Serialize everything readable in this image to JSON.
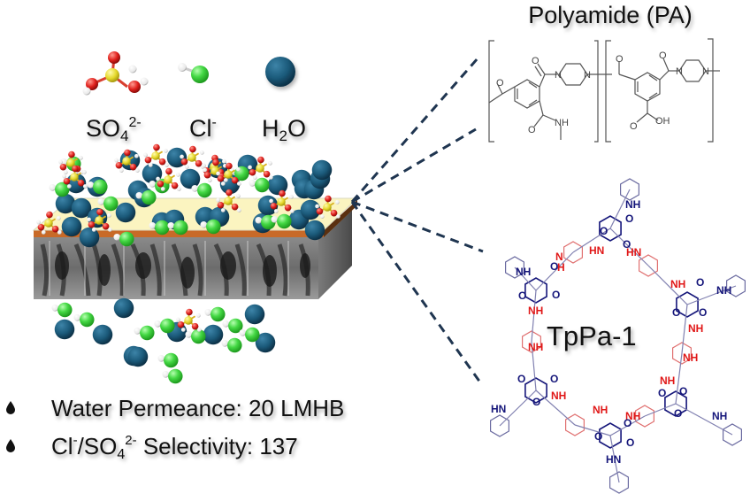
{
  "legend": {
    "sulfate": {
      "label": "SO",
      "sub": "4",
      "sup": "2-"
    },
    "chloride": {
      "label": "Cl",
      "sup": "-"
    },
    "water": {
      "label": "H",
      "sub": "2",
      "tail": "O"
    }
  },
  "metrics": [
    {
      "bullet_icon": "droplet-icon",
      "text": "Water Permeance: 20 LMHB"
    },
    {
      "bullet_icon": "droplet-icon",
      "prefix": "Cl",
      "prefix_sup": "-",
      "mid": "/SO",
      "mid_sub": "4",
      "mid_sup": "2-",
      "text": " Selectivity: 137"
    }
  ],
  "structures": {
    "polyamide_title": "Polyamide (PA)",
    "polyamide_atoms": {
      "o": "O",
      "n": "N",
      "nh": "NH",
      "oh": "OH"
    },
    "cof_title": "TpPa-1",
    "cof_atoms": {
      "nh": "NH",
      "hn": "HN",
      "o": "O",
      "h": "H",
      "n": "N"
    }
  },
  "colors": {
    "water": "#1b5a7a",
    "chloride": "#3fd13f",
    "sulfur": "#e8dd3a",
    "oxygen": "#e0201c",
    "hydrogen": "#f2f2f2",
    "pa_layer": "#fbf4c0",
    "support_edge": "#c86a28",
    "dash": "#1f3550",
    "cof_blue": "#15167a",
    "cof_red": "#e01818",
    "cof_link": "#e07070"
  }
}
